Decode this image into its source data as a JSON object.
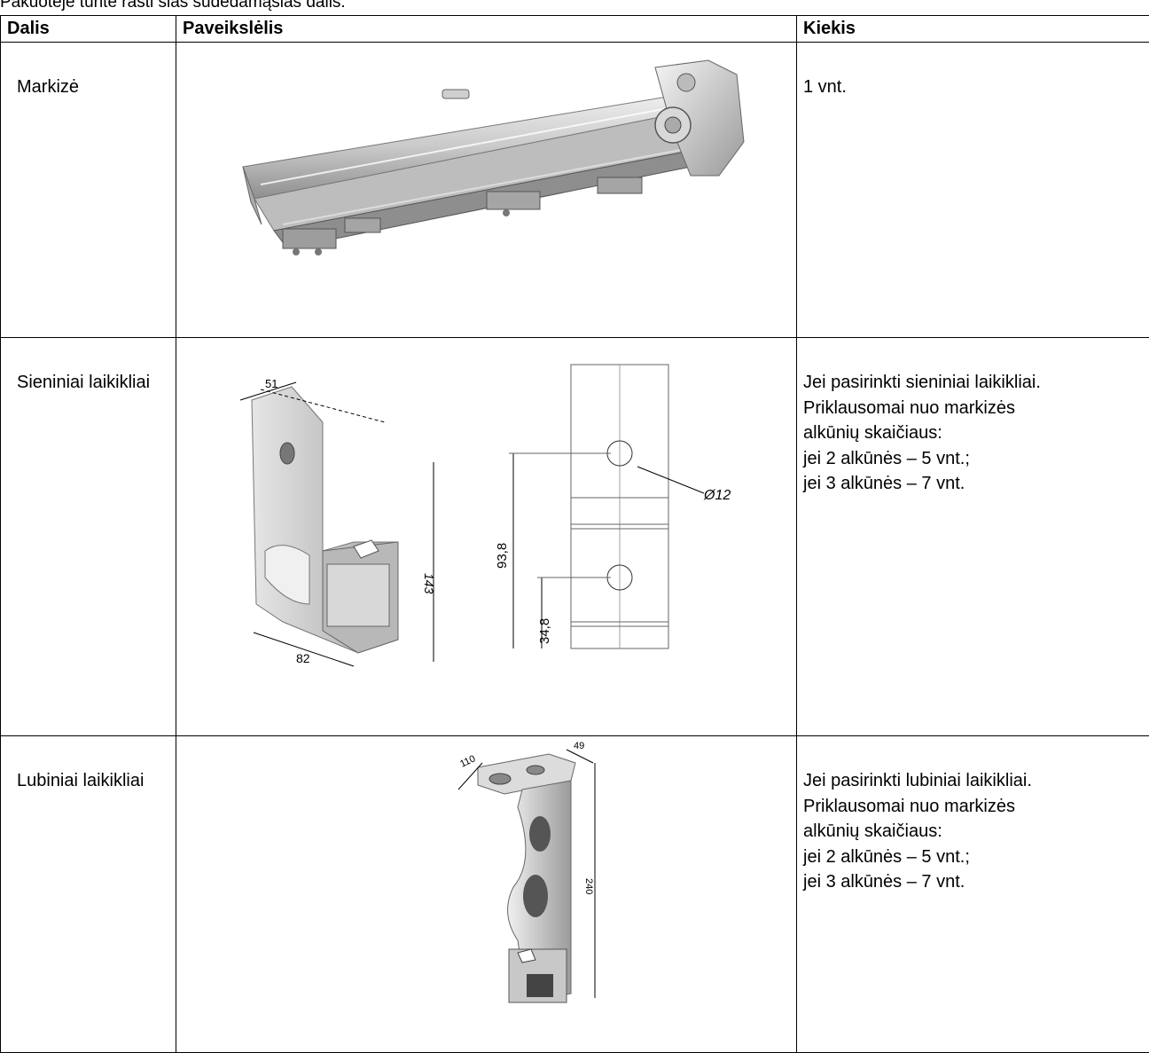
{
  "intro_text": "Pakuotėje turite rasti šias sudedamąsias dalis:",
  "table": {
    "headers": {
      "part": "Dalis",
      "image": "Paveikslėlis",
      "quantity": "Kiekis"
    },
    "rows": [
      {
        "part": "Markizė",
        "image_label": "awning-cassette",
        "quantity_lines": [
          "1 vnt."
        ]
      },
      {
        "part": "Sieniniai laikikliai",
        "image_label": "wall-bracket",
        "dimensions": {
          "top": "51",
          "height": "143",
          "depth": "82",
          "hole": "Ø12",
          "hole_height": "93,8",
          "lower_hole": "34,8"
        },
        "quantity_lines": [
          "Jei pasirinkti sieniniai laikikliai.",
          "Priklausomai nuo markizės",
          "alkūnių skaičiaus:",
          "jei 2 alkūnės – 5 vnt.;",
          "jei 3 alkūnės – 7 vnt."
        ]
      },
      {
        "part": "Lubiniai laikikliai",
        "image_label": "ceiling-bracket",
        "dimensions": {
          "length": "110",
          "width": "49",
          "height": "240"
        },
        "quantity_lines": [
          "Jei pasirinkti lubiniai laikikliai.",
          "Priklausomai nuo markizės",
          "alkūnių skaičiaus:",
          "jei 2 alkūnės – 5 vnt.;",
          "jei 3 alkūnės – 7 vnt."
        ]
      }
    ]
  }
}
